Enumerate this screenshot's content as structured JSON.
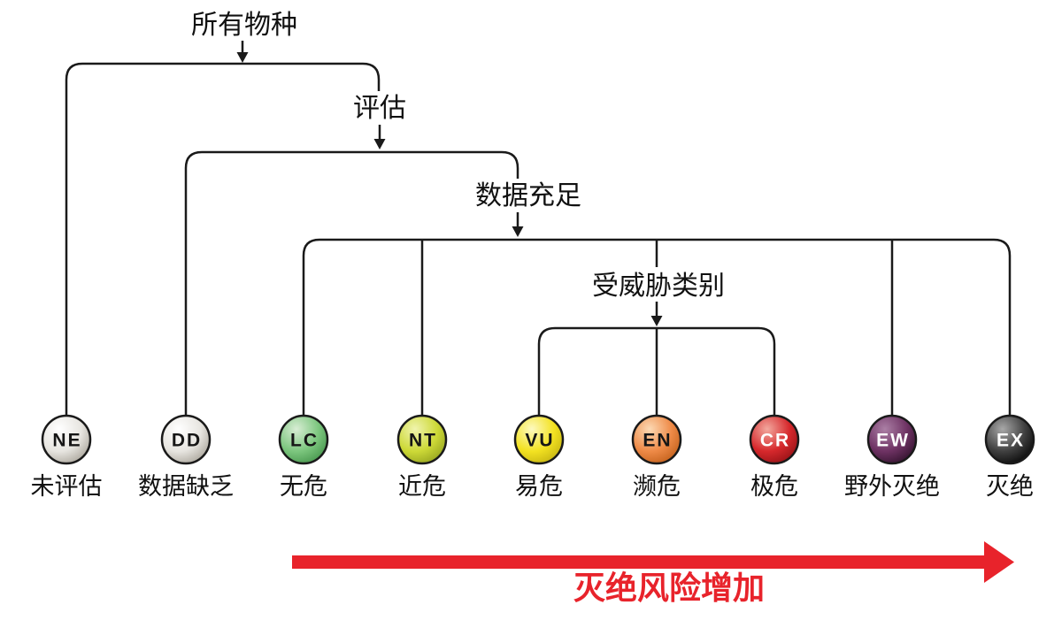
{
  "diagram": {
    "root_label": "所有物种",
    "branch_labels": {
      "evaluated": "评估",
      "data_adequate": "数据充足",
      "threatened": "受威胁类别"
    },
    "risk_arrow": {
      "label": "灭绝风险增加",
      "color": "#e8232b"
    },
    "line_color": "#1a1a1a",
    "categories": [
      {
        "code": "NE",
        "name": "未评估",
        "letter_color": "#161616",
        "highlight": "#ffffff",
        "main": "#e7e5e0",
        "dark": "#a19c91"
      },
      {
        "code": "DD",
        "name": "数据缺乏",
        "letter_color": "#161616",
        "highlight": "#ffffff",
        "main": "#e7e5e0",
        "dark": "#a19c91"
      },
      {
        "code": "LC",
        "name": "无危",
        "letter_color": "#161616",
        "highlight": "#d8edd4",
        "main": "#7cc67e",
        "dark": "#3f8f46"
      },
      {
        "code": "NT",
        "name": "近危",
        "letter_color": "#161616",
        "highlight": "#f0f4ae",
        "main": "#cdd937",
        "dark": "#8d9c1c"
      },
      {
        "code": "VU",
        "name": "易危",
        "letter_color": "#161616",
        "highlight": "#fdf9c0",
        "main": "#f3e221",
        "dark": "#bfae10"
      },
      {
        "code": "EN",
        "name": "濒危",
        "letter_color": "#161616",
        "highlight": "#fcd9b4",
        "main": "#ee8a47",
        "dark": "#bc5a14"
      },
      {
        "code": "CR",
        "name": "极危",
        "letter_color": "#ffffff",
        "highlight": "#f2a89e",
        "main": "#d6282c",
        "dark": "#8c0f13"
      },
      {
        "code": "EW",
        "name": "野外灭绝",
        "letter_color": "#ffffff",
        "highlight": "#ab7fa5",
        "main": "#6e3263",
        "dark": "#2a0e26"
      },
      {
        "code": "EX",
        "name": "灭绝",
        "letter_color": "#ffffff",
        "highlight": "#a8a8a8",
        "main": "#404040",
        "dark": "#000000"
      }
    ]
  }
}
